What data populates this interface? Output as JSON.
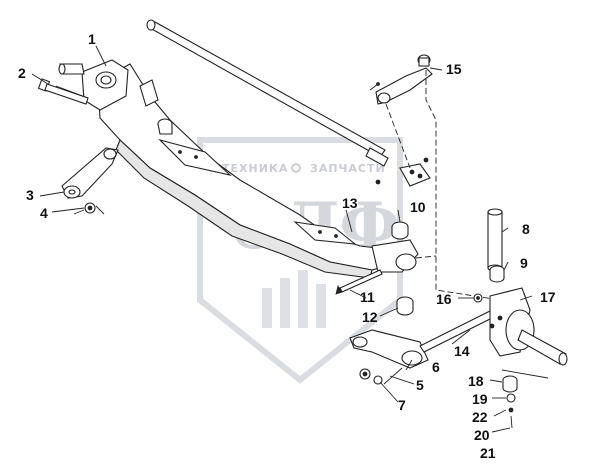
{
  "watermark": {
    "brand_line_left": "ТЕХНИКА",
    "brand_line_right": "ЗАПЧАСТИ",
    "logo_letters": "ЭЛФ"
  },
  "callouts": [
    {
      "id": "1",
      "label": "1"
    },
    {
      "id": "2",
      "label": "2"
    },
    {
      "id": "3",
      "label": "3"
    },
    {
      "id": "4",
      "label": "4"
    },
    {
      "id": "5",
      "label": "5"
    },
    {
      "id": "6",
      "label": "6"
    },
    {
      "id": "7",
      "label": "7"
    },
    {
      "id": "8",
      "label": "8"
    },
    {
      "id": "9",
      "label": "9"
    },
    {
      "id": "10",
      "label": "10"
    },
    {
      "id": "11",
      "label": "11"
    },
    {
      "id": "12",
      "label": "12"
    },
    {
      "id": "13",
      "label": "13"
    },
    {
      "id": "14",
      "label": "14"
    },
    {
      "id": "15",
      "label": "15"
    },
    {
      "id": "16",
      "label": "16"
    },
    {
      "id": "17",
      "label": "17"
    },
    {
      "id": "18",
      "label": "18"
    },
    {
      "id": "19",
      "label": "19"
    },
    {
      "id": "20",
      "label": "20"
    },
    {
      "id": "21",
      "label": "21"
    },
    {
      "id": "22",
      "label": "22"
    }
  ]
}
